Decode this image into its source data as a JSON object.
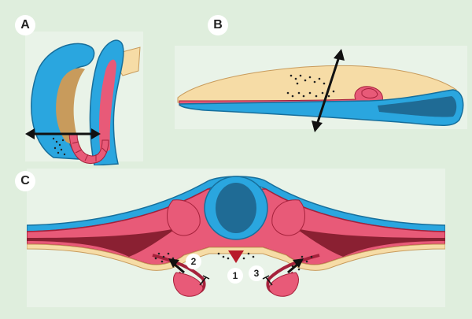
{
  "panels": [
    {
      "label": "A"
    },
    {
      "label": "B"
    },
    {
      "label": "C"
    }
  ],
  "markers": [
    {
      "label": "1"
    },
    {
      "label": "2"
    },
    {
      "label": "3"
    }
  ],
  "colors": {
    "background": "#dfeedd",
    "panel": "#e9f3e8",
    "ectoderm": "#2aa6df",
    "ectoderm_dark": "#176f9c",
    "neural_tube": "#1f6b95",
    "mesoderm": "#e85a78",
    "mesoderm_dark": "#a5213b",
    "endoderm": "#f6dca6",
    "endoderm_edge": "#c89b5c",
    "arrow": "#111111",
    "notochord": "#b81a2a"
  }
}
